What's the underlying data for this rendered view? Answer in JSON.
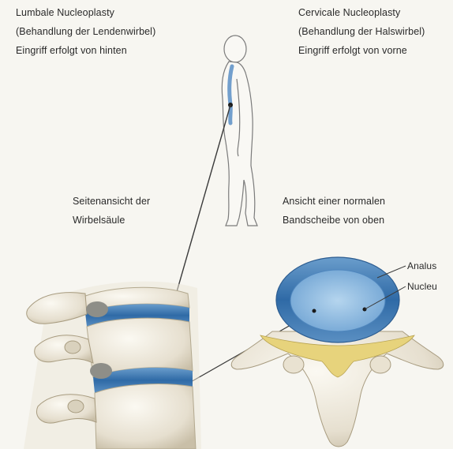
{
  "captions": {
    "lumbal": [
      "Lumbale Nucleoplasty",
      "(Behandlung der Lendenwirbel)",
      "Eingriff erfolgt von hinten"
    ],
    "cervical": [
      "Cervicale Nucleoplasty",
      "(Behandlung der Halswirbel)",
      "Eingriff erfolgt von vorne"
    ],
    "side_view": [
      "Seitenansicht der",
      "Wirbelsäule"
    ],
    "top_view": [
      "Ansicht einer normalen",
      "Bandscheibe von oben"
    ]
  },
  "labels": {
    "anulus": "Analus",
    "nucleus": "Nucleu"
  },
  "colors": {
    "background": "#f7f6f1",
    "disc_blue": "#3f79b4",
    "nucleus_light": "#7fb2dd",
    "bone": "#efeadf",
    "ligament_yellow": "#e5d27a",
    "line": "#3a3a3a"
  }
}
